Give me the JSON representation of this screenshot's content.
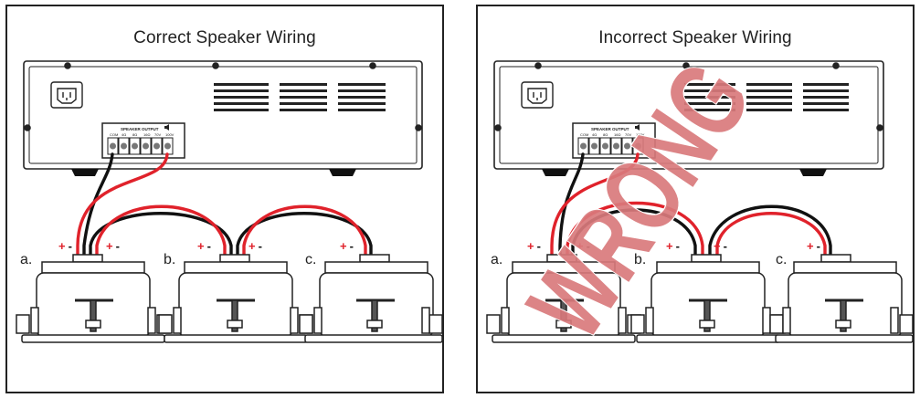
{
  "panels": [
    {
      "title": "Correct Speaker Wiring",
      "amp_terminal_header": "SPEAKER OUTPUT",
      "amp_terminal_labels": [
        "COM",
        "4Ω",
        "8Ω",
        "16Ω",
        "70V",
        "100V"
      ],
      "speakers": [
        {
          "letter": "a."
        },
        {
          "letter": "b."
        },
        {
          "letter": "c."
        }
      ],
      "polarity": {
        "plus": "+",
        "minus": "-"
      }
    },
    {
      "title": "Incorrect Speaker Wiring",
      "amp_terminal_header": "SPEAKER OUTPUT",
      "amp_terminal_labels": [
        "COM",
        "4Ω",
        "8Ω",
        "16Ω",
        "70V",
        "100V"
      ],
      "speakers": [
        {
          "letter": "a."
        },
        {
          "letter": "b."
        },
        {
          "letter": "c."
        }
      ],
      "polarity": {
        "plus": "+",
        "minus": "-"
      },
      "stamp": "WRONG"
    }
  ],
  "colors": {
    "positive_wire": "#e0222b",
    "negative_wire": "#111111",
    "stamp": "#d9797c",
    "outline": "#222222"
  },
  "icons": [
    "power-inlet-icon",
    "speaker-output-icon",
    "vent-slots",
    "rubber-foot"
  ]
}
